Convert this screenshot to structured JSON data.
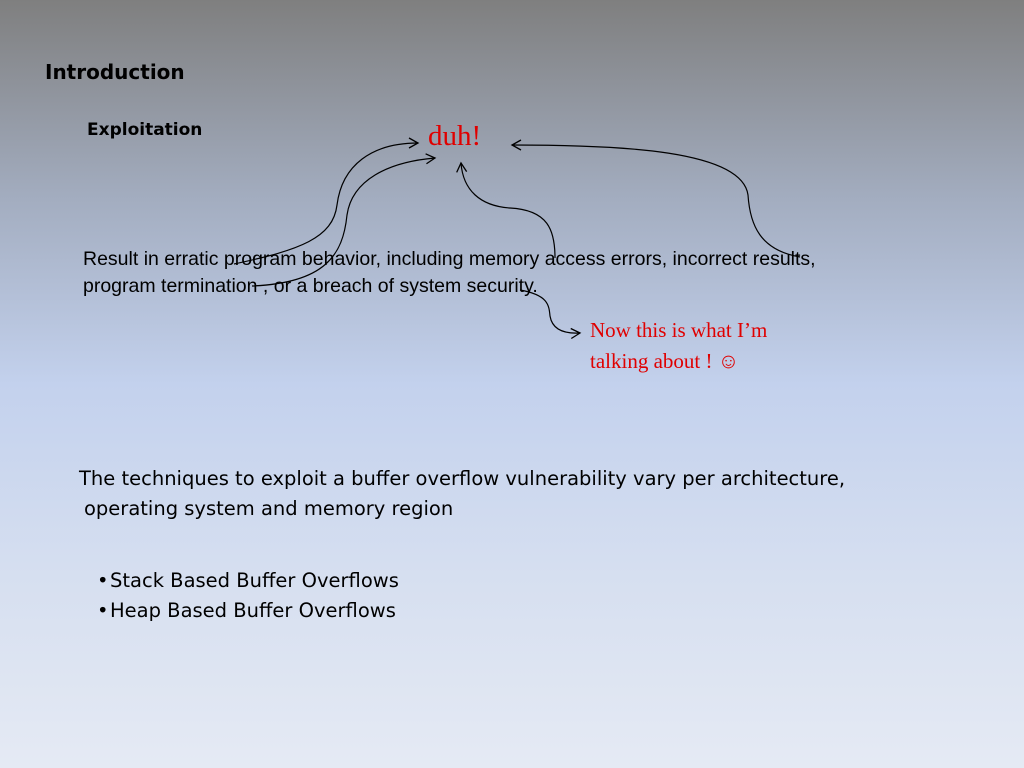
{
  "slide": {
    "title": "Introduction",
    "subtitle": "Exploitation",
    "callout_duh": "duh!",
    "result_lines": [
      "Result in erratic program behavior, including memory access errors, incorrect results,",
      "program termination , or a breach of system security."
    ],
    "callout_talk_lines": [
      "Now this is what I’m",
      "talking about ! ☺"
    ],
    "techniques_lines": [
      "The techniques to exploit a buffer overflow vulnerability vary per architecture,",
      "operating system and memory region"
    ],
    "bullets": [
      {
        "marker": "•",
        "text": "Stack Based Buffer Overflows"
      },
      {
        "marker": "•",
        "text": "Heap Based Buffer Overflows"
      }
    ]
  },
  "colors": {
    "callout_red": "#e00000",
    "arrow_stroke": "#000000"
  }
}
